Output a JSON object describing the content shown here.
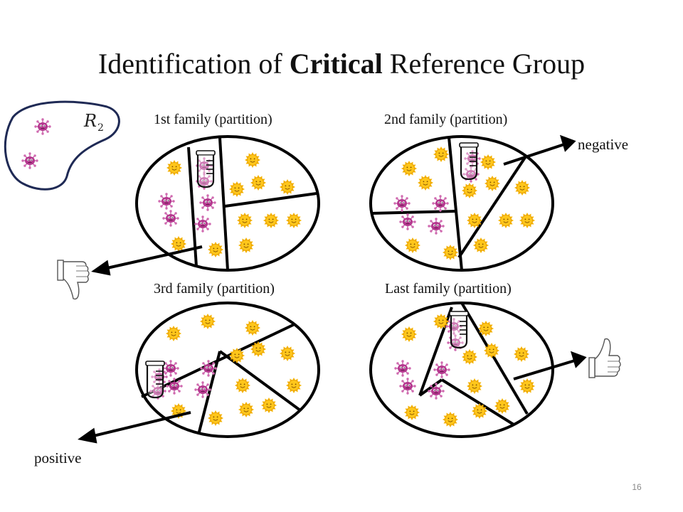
{
  "title": {
    "pre": "Identification of ",
    "bold": "Critical",
    "post": " Reference Group"
  },
  "ref_set_label": "R",
  "ref_set_subscript": "2",
  "partitions": [
    {
      "label": "1st family (partition)"
    },
    {
      "label": "2nd family (partition)"
    },
    {
      "label": "3rd family (partition)"
    },
    {
      "label": "Last family (partition)"
    }
  ],
  "outcome_negative": "negative",
  "outcome_positive": "positive",
  "page_number": "16",
  "colors": {
    "virus": "#b5388f",
    "sun": "#f5b400",
    "sun_face": "#c77a00",
    "outline": "#000000",
    "set_border": "#1f2a55"
  },
  "icons": [
    "virus-icon",
    "sun-icon",
    "test-tube-icon",
    "thumbs-down-icon",
    "thumbs-up-icon",
    "arrow-icon"
  ]
}
